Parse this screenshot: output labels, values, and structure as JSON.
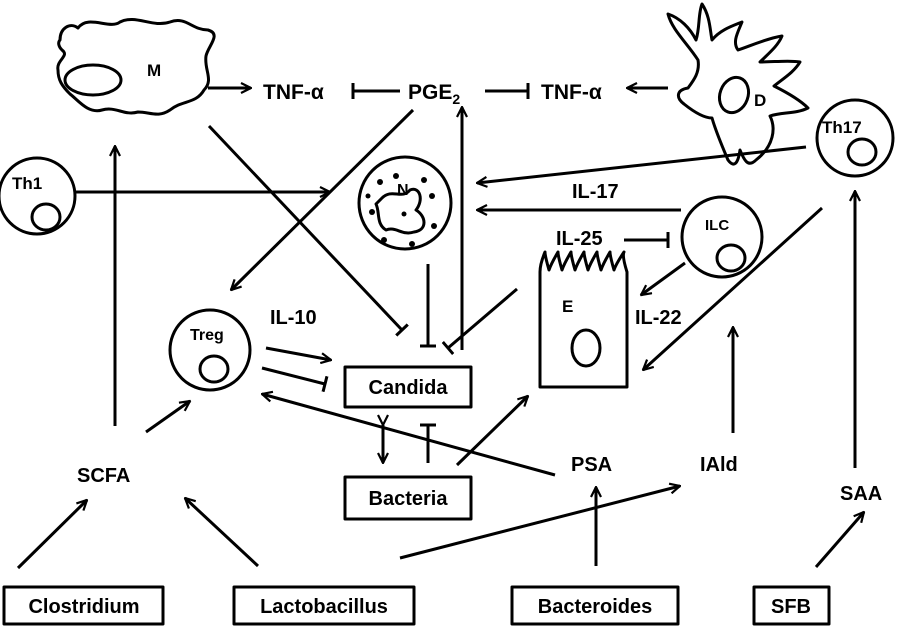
{
  "cells": {
    "macrophage": "M",
    "dendritic": "D",
    "th17": "Th17",
    "th1": "Th1",
    "neutrophil": "N",
    "ilc": "ILC",
    "epithelial": "E",
    "treg": "Treg"
  },
  "mediators": {
    "tnf_left": "TNF-α",
    "pge2_main": "PGE",
    "pge2_sub": "2",
    "tnf_right": "TNF-α",
    "il17": "IL-17",
    "il25": "IL-25",
    "il10": "IL-10",
    "il22": "IL-22",
    "scfa": "SCFA",
    "psa": "PSA",
    "iald": "IAld",
    "saa": "SAA"
  },
  "boxes": {
    "candida": "Candida",
    "bacteria": "Bacteria"
  },
  "microbes": {
    "clostridium": "Clostridium",
    "lactobacillus": "Lactobacillus",
    "bacteroides": "Bacteroides",
    "sfb": "SFB"
  }
}
